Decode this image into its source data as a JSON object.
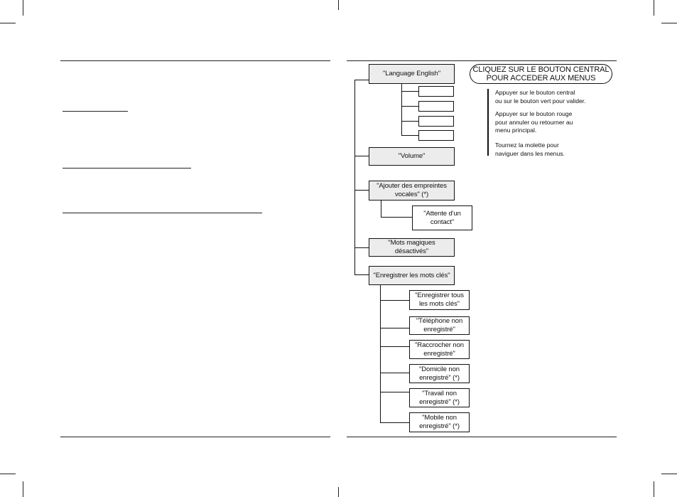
{
  "menu": {
    "language": "\"Language English\"",
    "volume": "\"Volume\"",
    "voiceprints": "\"Ajouter des empreintes vocales\" (*)",
    "waiting_contact": "\"Attente d'un contact\"",
    "magic_words": "\"Mots magiques désactivés\"",
    "keywords": "\"Enregistrer les mots clés\"",
    "keyword_items": [
      "\"Enregistrer tous les mots clés\"",
      "\"Téléphone non enregistré\"",
      "\"Raccrocher non enregistré\"",
      "\"Domicile non enregistré\" (*)",
      "\"Travail non enregistré\" (*)",
      "\"Mobile non enregistré\" (*)"
    ]
  },
  "header_box": {
    "line1": "CLIQUEZ SUR LE BOUTON CENTRAL",
    "line2": "POUR ACCEDER AUX MENUS"
  },
  "instructions": [
    [
      "Appuyer sur le bouton central",
      "ou sur le bouton vert pour valider."
    ],
    [
      "Appuyer sur le bouton rouge",
      "pour annuler ou retourner au",
      "menu principal."
    ],
    [
      "Tournez la molette pour",
      "naviguer dans les menus."
    ]
  ]
}
